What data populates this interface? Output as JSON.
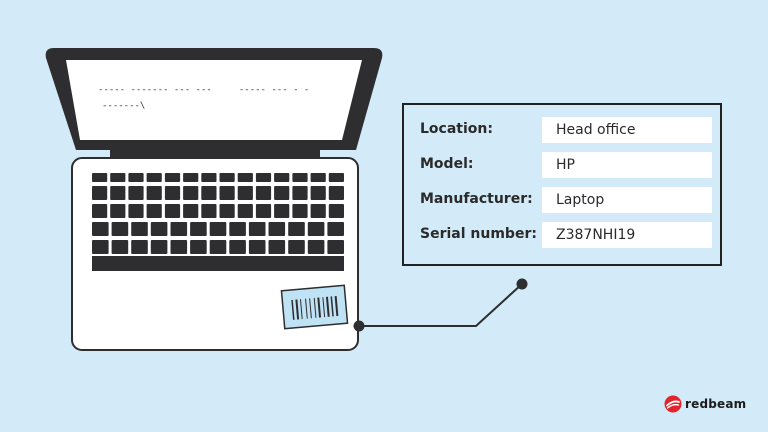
{
  "screen_text": {
    "line1": "----- ------- --- ---     ----- --- - -",
    "line2": "-------\\"
  },
  "asset_info": {
    "rows": [
      {
        "label": "Location:",
        "value": "Head office"
      },
      {
        "label": "Model:",
        "value": "HP"
      },
      {
        "label": "Manufacturer:",
        "value": "Laptop"
      },
      {
        "label": "Serial number:",
        "value": "Z387NHI19"
      }
    ]
  },
  "brand": {
    "name": "redbeam",
    "accent_color": "#e3242b"
  },
  "colors": {
    "background": "#d3ebf8",
    "laptop_dark": "#2e2e30",
    "barcode_label": "#bfe2f5"
  },
  "icons": [
    "laptop-illustration",
    "barcode-icon",
    "redbeam-logo-icon"
  ]
}
